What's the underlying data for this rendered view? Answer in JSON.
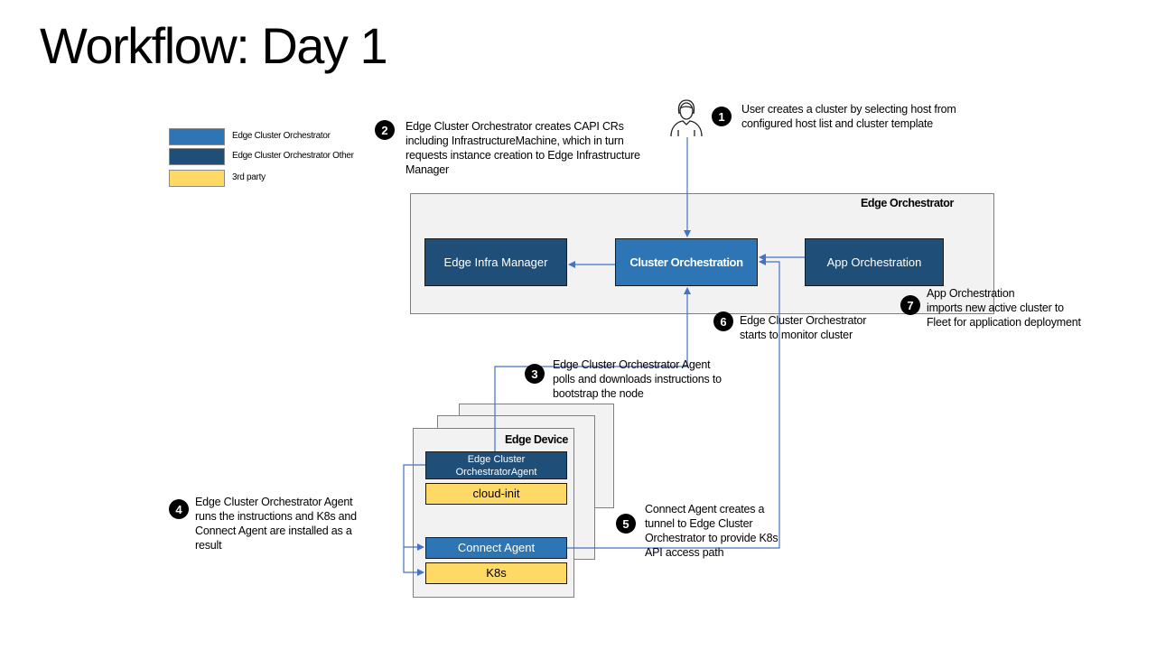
{
  "title": "Workflow: Day 1",
  "legend": [
    {
      "label": "Edge Cluster Orchestrator",
      "color": "#2e75b6"
    },
    {
      "label": "Edge Cluster Orchestrator Other",
      "color": "#1f4e79"
    },
    {
      "label": "3rd party",
      "color": "#ffd966"
    }
  ],
  "steps": [
    {
      "number": "1",
      "text": "User creates a cluster by selecting host from\nconfigured host list and cluster template"
    },
    {
      "number": "2",
      "text": "Edge Cluster Orchestrator creates CAPI CRs\nincluding InfrastructureMachine, which in turn\nrequests instance creation to Edge Infrastructure\nManager"
    },
    {
      "number": "3",
      "text": "Edge  Cluster Orchestrator Agent\npolls and downloads instructions to\nbootstrap the node"
    },
    {
      "number": "4",
      "text": "Edge  Cluster Orchestrator Agent\nruns the instructions and K8s and\nConnect Agent are installed as a\nresult"
    },
    {
      "number": "5",
      "text": "Connect Agent creates a\ntunnel to Edge Cluster\nOrchestrator to provide K8s\nAPI access path"
    },
    {
      "number": "6",
      "text": "Edge  Cluster Orchestrator\nstarts to monitor cluster"
    },
    {
      "number": "7",
      "text": "App Orchestration\n imports new active cluster to\nFleet for application deployment"
    }
  ],
  "orchestrator": {
    "label": "Edge Orchestrator",
    "infra_manager": "Edge Infra Manager",
    "cluster_orchestration": "Cluster Orchestration",
    "app_orchestration": "App Orchestration"
  },
  "device": {
    "label": "Edge Device",
    "agent": "Edge Cluster\nOrchestratorAgent",
    "cloud_init": "cloud-init",
    "connect_agent": "Connect Agent",
    "k8s": "K8s"
  },
  "icons": {
    "user": "user-icon"
  }
}
